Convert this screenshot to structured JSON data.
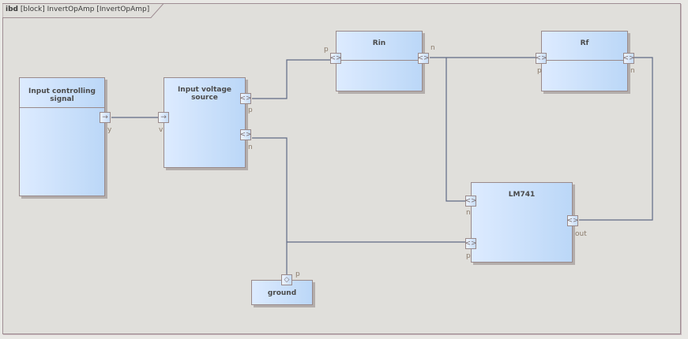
{
  "diagram": {
    "frame": {
      "kind": "ibd",
      "title": "[block] InvertOpAmp [InvertOpAmp]"
    },
    "blocks": {
      "input_controlling_signal": {
        "name": "Input controlling signal",
        "ports": {
          "y": {
            "label": "y",
            "icon": "arrow-right-icon"
          }
        }
      },
      "input_voltage_source": {
        "name": "Input voltage source",
        "ports": {
          "v": {
            "label": "v",
            "icon": "arrow-right-icon"
          },
          "p": {
            "label": "p",
            "icon": "bidirectional-icon"
          },
          "n": {
            "label": "n",
            "icon": "bidirectional-icon"
          }
        }
      },
      "rin": {
        "name": "Rin",
        "ports": {
          "p": {
            "label": "p",
            "icon": "bidirectional-icon"
          },
          "n": {
            "label": "n",
            "icon": "bidirectional-icon"
          }
        }
      },
      "rf": {
        "name": "Rf",
        "ports": {
          "p": {
            "label": "p",
            "icon": "bidirectional-icon"
          },
          "n": {
            "label": "n",
            "icon": "bidirectional-icon"
          }
        }
      },
      "lm741": {
        "name": "LM741",
        "ports": {
          "n": {
            "label": "n",
            "icon": "bidirectional-icon"
          },
          "p": {
            "label": "p",
            "icon": "bidirectional-icon"
          },
          "out": {
            "label": "out",
            "icon": "bidirectional-icon"
          }
        }
      },
      "ground": {
        "name": "ground",
        "ports": {
          "p": {
            "label": "p",
            "icon": "bidirectional-vertical-icon"
          }
        }
      }
    },
    "connectors": [
      {
        "from": "Input controlling signal.y",
        "to": "Input voltage source.v"
      },
      {
        "from": "Input voltage source.p",
        "to": "Rin.p"
      },
      {
        "from": "Rin.n",
        "to": "Rf.p"
      },
      {
        "from": "Rin.n",
        "to": "LM741.n"
      },
      {
        "from": "Input voltage source.n",
        "to": "ground.p"
      },
      {
        "from": "Input voltage source.n",
        "to": "LM741.p"
      },
      {
        "from": "Rf.n",
        "to": "LM741.out"
      }
    ],
    "glyphs": {
      "arrow": "→",
      "bidir": "<>",
      "bidir_v": "◇"
    },
    "colors": {
      "wire": "#5f6a85",
      "block_border": "#9a8a8a",
      "port_label": "#8a7a6a"
    }
  }
}
